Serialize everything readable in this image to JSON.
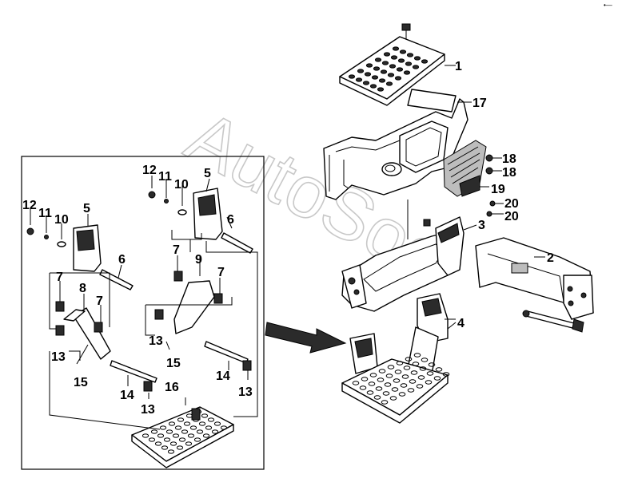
{
  "watermark": "AutoSoc",
  "corner_mark": "•—",
  "callouts": [
    {
      "id": "c1",
      "text": "1"
    },
    {
      "id": "c17",
      "text": "17"
    },
    {
      "id": "c18a",
      "text": "18"
    },
    {
      "id": "c18b",
      "text": "18"
    },
    {
      "id": "c19",
      "text": "19"
    },
    {
      "id": "c20a",
      "text": "20"
    },
    {
      "id": "c20b",
      "text": "20"
    },
    {
      "id": "c3",
      "text": "3"
    },
    {
      "id": "c2",
      "text": "2"
    },
    {
      "id": "c4",
      "text": "4"
    },
    {
      "id": "l12",
      "text": "12"
    },
    {
      "id": "l11",
      "text": "11"
    },
    {
      "id": "l10",
      "text": "10"
    },
    {
      "id": "l5",
      "text": "5"
    },
    {
      "id": "l6",
      "text": "6"
    },
    {
      "id": "l7a",
      "text": "7"
    },
    {
      "id": "l8",
      "text": "8"
    },
    {
      "id": "l7b",
      "text": "7"
    },
    {
      "id": "l13a",
      "text": "13"
    },
    {
      "id": "l15",
      "text": "15"
    },
    {
      "id": "l14",
      "text": "14"
    },
    {
      "id": "l13b",
      "text": "13"
    },
    {
      "id": "r12",
      "text": "12"
    },
    {
      "id": "r11",
      "text": "11"
    },
    {
      "id": "r10",
      "text": "10"
    },
    {
      "id": "r5",
      "text": "5"
    },
    {
      "id": "r6",
      "text": "6"
    },
    {
      "id": "r7a",
      "text": "7"
    },
    {
      "id": "r9",
      "text": "9"
    },
    {
      "id": "r7b",
      "text": "7"
    },
    {
      "id": "r13a",
      "text": "13"
    },
    {
      "id": "r15",
      "text": "15"
    },
    {
      "id": "r14",
      "text": "14"
    },
    {
      "id": "r13b",
      "text": "13"
    },
    {
      "id": "r16",
      "text": "16"
    }
  ]
}
